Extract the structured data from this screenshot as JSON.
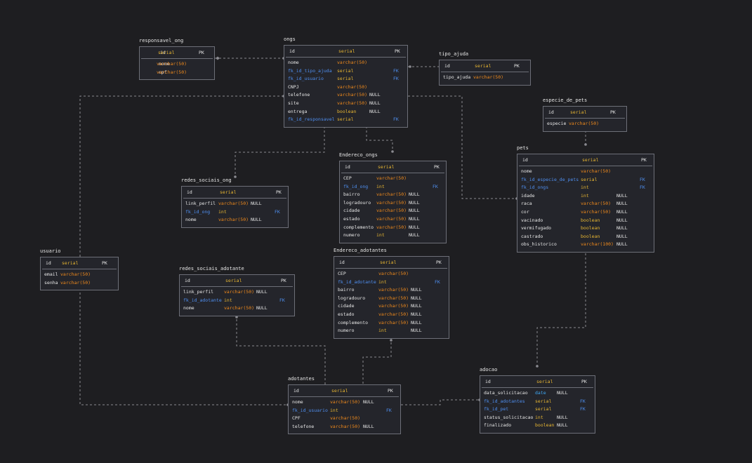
{
  "tables": [
    {
      "id": "responsavel_ong",
      "name": "responsavel_ong",
      "pk": {
        "name": "id",
        "type": "serial",
        "key": "PK"
      },
      "columns": [
        {
          "name": "nome",
          "type": "varchar(50)",
          "null": "",
          "key": ""
        },
        {
          "name": "cpf",
          "type": "varchar(50)",
          "null": "",
          "key": ""
        }
      ]
    },
    {
      "id": "ongs",
      "name": "ongs",
      "pk": {
        "name": "id",
        "type": "serial",
        "key": "PK"
      },
      "columns": [
        {
          "name": "nome",
          "type": "varchar(50)",
          "null": "",
          "key": ""
        },
        {
          "name": "fk_id_tipo_ajuda",
          "type": "serial",
          "null": "",
          "key": "FK"
        },
        {
          "name": "fk_id_usuario",
          "type": "serial",
          "null": "",
          "key": "FK"
        },
        {
          "name": "CNPJ",
          "type": "varchar(50)",
          "null": "",
          "key": ""
        },
        {
          "name": "telefone",
          "type": "varchar(50)",
          "null": "NULL",
          "key": ""
        },
        {
          "name": "site",
          "type": "varchar(50)",
          "null": "NULL",
          "key": ""
        },
        {
          "name": "entrega",
          "type": "boolean",
          "null": "NULL",
          "key": ""
        },
        {
          "name": "fk_id_responsavel",
          "type": "serial",
          "null": "",
          "key": "FK"
        }
      ]
    },
    {
      "id": "tipo_ajuda",
      "name": "tipo_ajuda",
      "pk": {
        "name": "id",
        "type": "serial",
        "key": "PK"
      },
      "columns": [
        {
          "name": "tipo_ajuda",
          "type": "varchar(50)",
          "null": "",
          "key": ""
        }
      ]
    },
    {
      "id": "especie_de_pets",
      "name": "especie_de_pets",
      "pk": {
        "name": "id",
        "type": "serial",
        "key": "PK"
      },
      "columns": [
        {
          "name": "especie",
          "type": "varchar(50)",
          "null": "",
          "key": ""
        }
      ]
    },
    {
      "id": "endereco_ongs",
      "name": "Endereco_ongs",
      "pk": {
        "name": "id",
        "type": "serial",
        "key": "PK"
      },
      "columns": [
        {
          "name": "CEP",
          "type": "varchar(50)",
          "null": "",
          "key": ""
        },
        {
          "name": "fk_id_ong",
          "type": "int",
          "null": "",
          "key": "FK"
        },
        {
          "name": "bairro",
          "type": "varchar(50)",
          "null": "NULL",
          "key": ""
        },
        {
          "name": "logradouro",
          "type": "varchar(50)",
          "null": "NULL",
          "key": ""
        },
        {
          "name": "cidade",
          "type": "varchar(50)",
          "null": "NULL",
          "key": ""
        },
        {
          "name": "estado",
          "type": "varchar(50)",
          "null": "NULL",
          "key": ""
        },
        {
          "name": "complemento",
          "type": "varchar(50)",
          "null": "NULL",
          "key": ""
        },
        {
          "name": "numero",
          "type": "int",
          "null": "NULL",
          "key": ""
        }
      ]
    },
    {
      "id": "pets",
      "name": "pets",
      "pk": {
        "name": "id",
        "type": "serial",
        "key": "PK"
      },
      "columns": [
        {
          "name": "nome",
          "type": "varchar(50)",
          "null": "",
          "key": ""
        },
        {
          "name": "fk_id_especie_de_pets",
          "type": "serial",
          "null": "",
          "key": "FK"
        },
        {
          "name": "fk_id_ongs",
          "type": "int",
          "null": "",
          "key": "FK"
        },
        {
          "name": "idade",
          "type": "int",
          "null": "NULL",
          "key": ""
        },
        {
          "name": "raca",
          "type": "varchar(50)",
          "null": "NULL",
          "key": ""
        },
        {
          "name": "cor",
          "type": "varchar(50)",
          "null": "NULL",
          "key": ""
        },
        {
          "name": "vacinado",
          "type": "boolean",
          "null": "NULL",
          "key": ""
        },
        {
          "name": "vermifugado",
          "type": "boolean",
          "null": "NULL",
          "key": ""
        },
        {
          "name": "castrado",
          "type": "boolean",
          "null": "NULL",
          "key": ""
        },
        {
          "name": "obs_historico",
          "type": "varchar(100)",
          "null": "NULL",
          "key": ""
        }
      ]
    },
    {
      "id": "redes_sociais_ong",
      "name": "redes_sociais_ong",
      "pk": {
        "name": "id",
        "type": "serial",
        "key": "PK"
      },
      "columns": [
        {
          "name": "link_perfil",
          "type": "varchar(50)",
          "null": "NULL",
          "key": ""
        },
        {
          "name": "fk_id_ong",
          "type": "int",
          "null": "",
          "key": "FK"
        },
        {
          "name": "nome",
          "type": "varchar(50)",
          "null": "NULL",
          "key": ""
        }
      ]
    },
    {
      "id": "usuario",
      "name": "usuario",
      "pk": {
        "name": "id",
        "type": "serial",
        "key": "PK"
      },
      "columns": [
        {
          "name": "email",
          "type": "varchar(50)",
          "null": "",
          "key": ""
        },
        {
          "name": "senha",
          "type": "varchar(50)",
          "null": "",
          "key": ""
        }
      ]
    },
    {
      "id": "redes_sociais_adotante",
      "name": "redes_sociais_adotante",
      "pk": {
        "name": "id",
        "type": "serial",
        "key": "PK"
      },
      "columns": [
        {
          "name": "link_perfil",
          "type": "varchar(50)",
          "null": "NULL",
          "key": ""
        },
        {
          "name": "fk_id_adotante",
          "type": "int",
          "null": "",
          "key": "FK"
        },
        {
          "name": "nome",
          "type": "varchar(50)",
          "null": "NULL",
          "key": ""
        }
      ]
    },
    {
      "id": "endereco_adotantes",
      "name": "Endereco_adotantes",
      "pk": {
        "name": "id",
        "type": "serial",
        "key": "PK"
      },
      "columns": [
        {
          "name": "CEP",
          "type": "varchar(50)",
          "null": "",
          "key": ""
        },
        {
          "name": "fk_id_adotante",
          "type": "int",
          "null": "",
          "key": "FK"
        },
        {
          "name": "bairro",
          "type": "varchar(50)",
          "null": "NULL",
          "key": ""
        },
        {
          "name": "logradouro",
          "type": "varchar(50)",
          "null": "NULL",
          "key": ""
        },
        {
          "name": "cidade",
          "type": "varchar(50)",
          "null": "NULL",
          "key": ""
        },
        {
          "name": "estado",
          "type": "varchar(50)",
          "null": "NULL",
          "key": ""
        },
        {
          "name": "complemento",
          "type": "varchar(50)",
          "null": "NULL",
          "key": ""
        },
        {
          "name": "numero",
          "type": "int",
          "null": "NULL",
          "key": ""
        }
      ]
    },
    {
      "id": "adotantes",
      "name": "adotantes",
      "pk": {
        "name": "id",
        "type": "serial",
        "key": "PK"
      },
      "columns": [
        {
          "name": "nome",
          "type": "varchar(50)",
          "null": "NULL",
          "key": ""
        },
        {
          "name": "fk_id_usuario",
          "type": "int",
          "null": "",
          "key": "FK"
        },
        {
          "name": "CPF",
          "type": "varchar(50)",
          "null": "",
          "key": ""
        },
        {
          "name": "telefone",
          "type": "varchar(50)",
          "null": "NULL",
          "key": ""
        }
      ]
    },
    {
      "id": "adocao",
      "name": "adocao",
      "pk": {
        "name": "id",
        "type": "serial",
        "key": "PK"
      },
      "columns": [
        {
          "name": "data_solicitacao",
          "type": "date",
          "null": "NULL",
          "key": ""
        },
        {
          "name": "fk_id_adotantes",
          "type": "serial",
          "null": "",
          "key": "FK"
        },
        {
          "name": "fk_id_pet",
          "type": "serial",
          "null": "",
          "key": "FK"
        },
        {
          "name": "status_solicitacao",
          "type": "int",
          "null": "NULL",
          "key": ""
        },
        {
          "name": "finalizado",
          "type": "boolean",
          "null": "NULL",
          "key": ""
        }
      ]
    }
  ],
  "colors": {
    "background": "#1e1e21",
    "box": "#24252b",
    "border": "#6d6f78",
    "text": "#e6e6e6",
    "fk": "#4f8ff0",
    "varchar": "#f08a1c",
    "serial": "#e8b632",
    "date": "#3fa9f5",
    "connector": "#8a8a90"
  }
}
